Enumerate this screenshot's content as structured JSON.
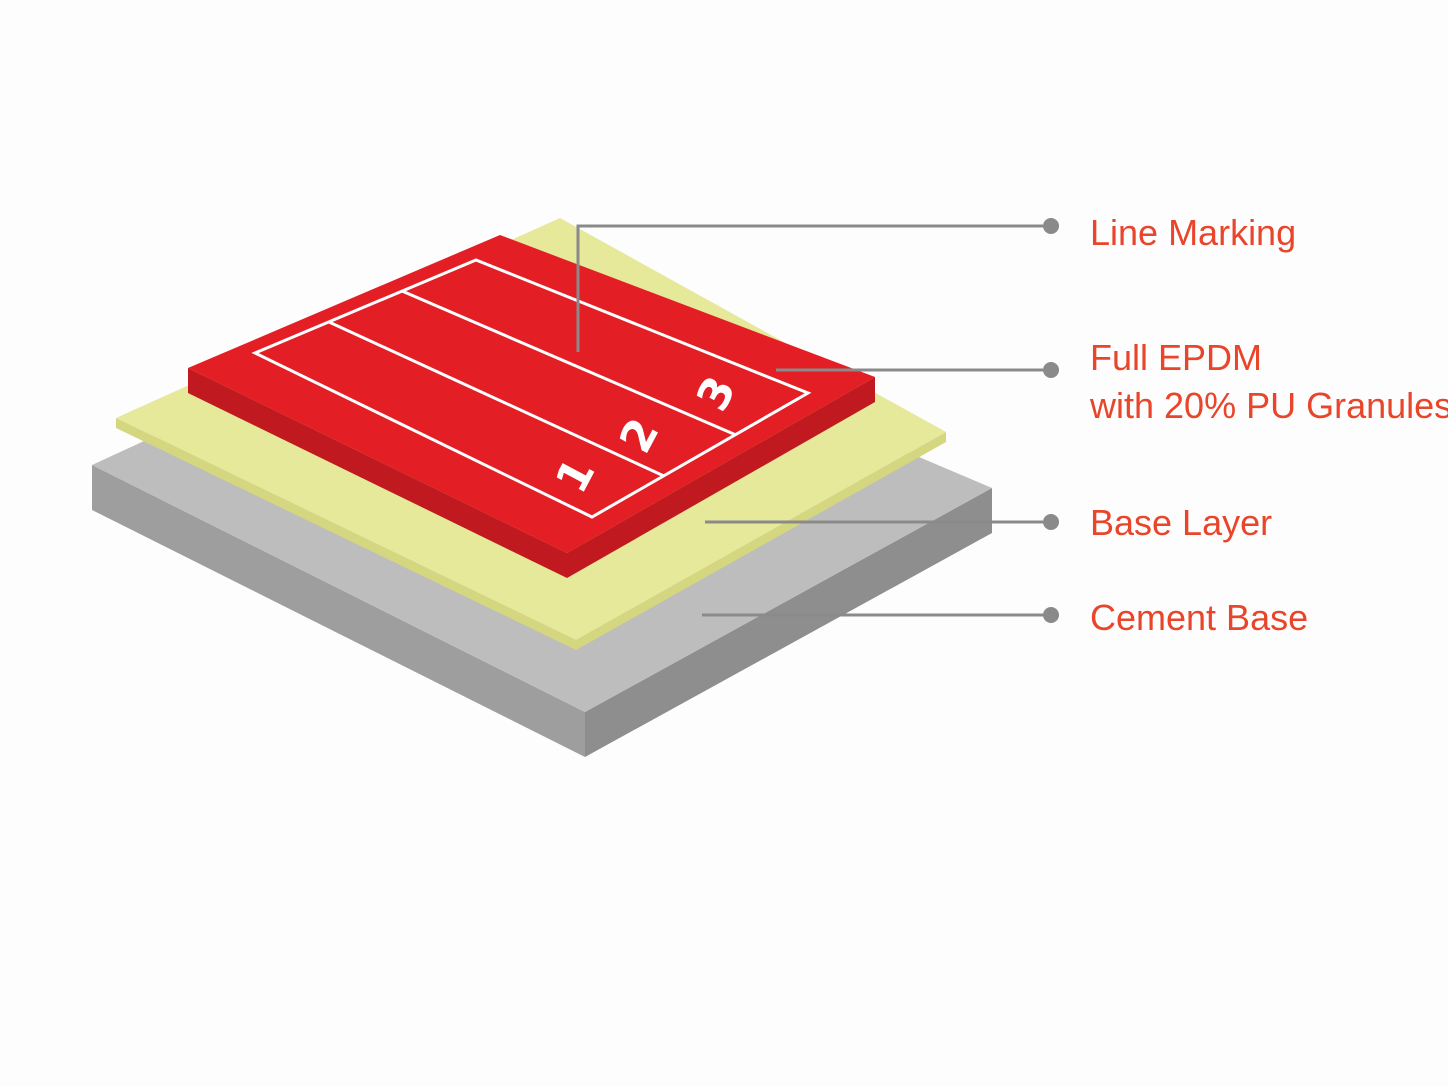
{
  "colors": {
    "label_text": "#e8452a",
    "leader_line": "#8a8a8a",
    "track_top": "#e31e24",
    "track_side": "#c01a20",
    "track_lines": "#ffffff",
    "base_layer_top": "#e6e89a",
    "base_layer_edge": "#d4d680",
    "cement_top": "#bdbdbd",
    "cement_side_left": "#9e9e9e",
    "cement_side_right": "#8e8e8e"
  },
  "layers": [
    {
      "id": "line-marking",
      "label": "Line Marking"
    },
    {
      "id": "full-epdm",
      "label": "Full EPDM",
      "label_line2": "with 20% PU Granules"
    },
    {
      "id": "base-layer",
      "label": "Base Layer"
    },
    {
      "id": "cement-base",
      "label": "Cement Base"
    }
  ],
  "lane_numbers": [
    "1",
    "2",
    "3"
  ]
}
